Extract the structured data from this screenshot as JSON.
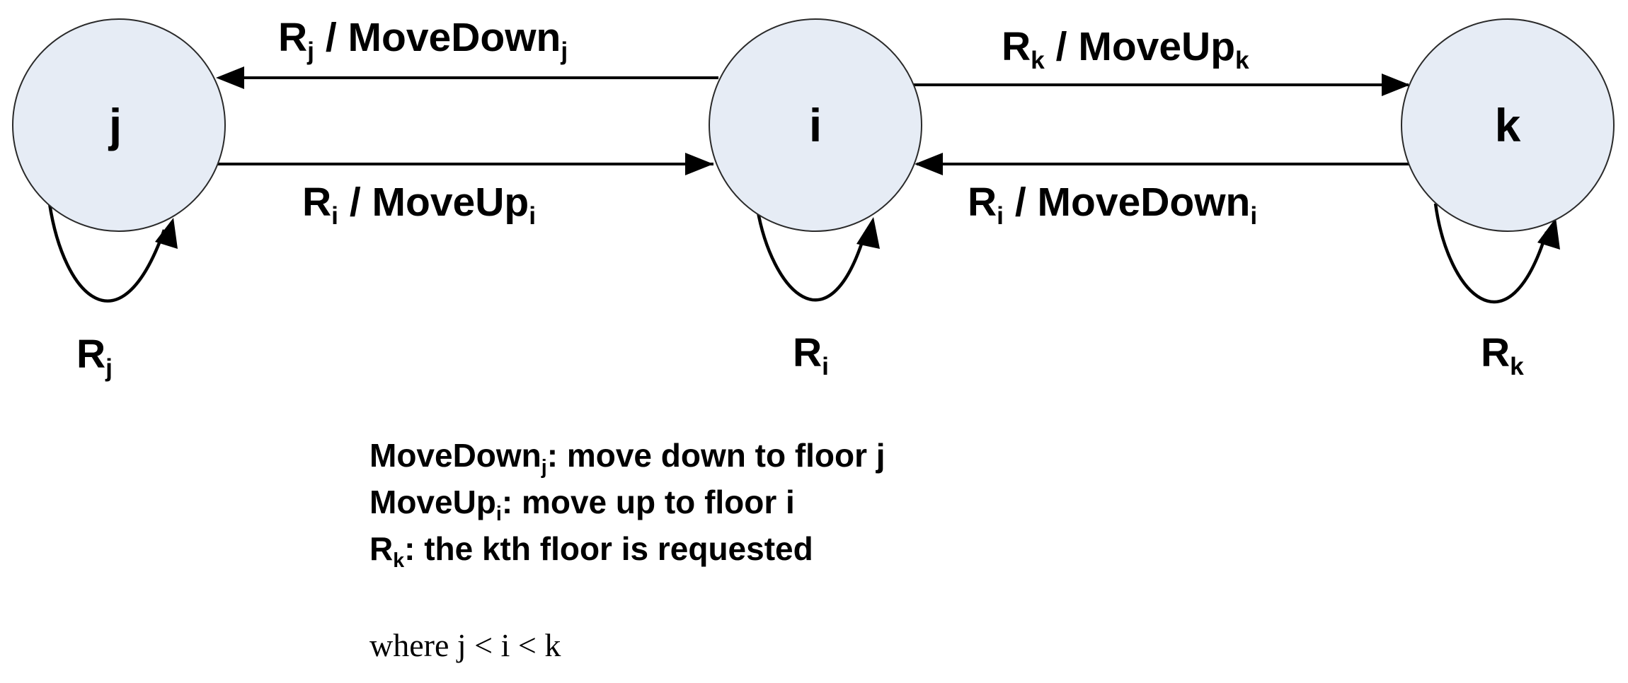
{
  "states": [
    {
      "id": "j",
      "label": "j"
    },
    {
      "id": "i",
      "label": "i"
    },
    {
      "id": "k",
      "label": "k"
    }
  ],
  "transitions": [
    {
      "id": "i-to-j",
      "from": "i",
      "to": "j",
      "event": "R",
      "event_sub": "j",
      "action": "MoveDown",
      "action_sub": "j"
    },
    {
      "id": "j-to-i",
      "from": "j",
      "to": "i",
      "event": "R",
      "event_sub": "i",
      "action": "MoveUp",
      "action_sub": "i"
    },
    {
      "id": "i-to-k",
      "from": "i",
      "to": "k",
      "event": "R",
      "event_sub": "k",
      "action": "MoveUp",
      "action_sub": "k"
    },
    {
      "id": "k-to-i",
      "from": "k",
      "to": "i",
      "event": "R",
      "event_sub": "i",
      "action": "MoveDown",
      "action_sub": "i"
    }
  ],
  "self_loops": [
    {
      "state": "j",
      "event": "R",
      "event_sub": "j"
    },
    {
      "state": "i",
      "event": "R",
      "event_sub": "i"
    },
    {
      "state": "k",
      "event": "R",
      "event_sub": "k"
    }
  ],
  "separator": " / ",
  "legend": [
    {
      "term": "MoveDown",
      "term_sub": "j",
      "definition": ": move down to floor j"
    },
    {
      "term": "MoveUp",
      "term_sub": "i",
      "definition": ": move up to floor i"
    },
    {
      "term": "R",
      "term_sub": "k",
      "definition": ": the kth floor is requested"
    }
  ],
  "note": "where j < i < k"
}
